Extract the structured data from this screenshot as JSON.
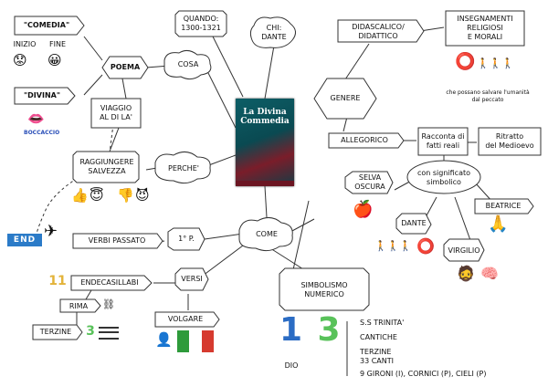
{
  "center": {
    "book_title": "La Divina\nCommedia"
  },
  "nodes": {
    "comedia": "\"COMEDIA\"",
    "inizio": "INIZIO",
    "fine": "FINE",
    "poema": "POEMA",
    "divina": "\"DIVINA\"",
    "boccaccio": "BOCCACCIO",
    "viaggio": "VIAGGIO\nAL DI LA'",
    "raggiungere": "RAGGIUNGERE\nSALVEZZA",
    "cosa": "COSA",
    "quando": "QUANDO:\n1300-1321",
    "chi": "CHI:\nDANTE",
    "perche": "PERCHE'",
    "come": "COME",
    "p1": "1° P.",
    "verbi_passato": "VERBI PASSATO",
    "end": "END",
    "versi": "VERSI",
    "endecasillabi": "ENDECASILLABI",
    "num11": "11",
    "rima": "RIMA",
    "terzine": "TERZINE",
    "volgare": "VOLGARE",
    "genere": "GENERE",
    "didascalico": "DIDASCALICO/\nDIDATTICO",
    "insegnamenti": "INSEGNAMENTI\nRELIGIOSI\nE MORALI",
    "salvare": "che possano salvare l'umanità\ndal peccato",
    "allegorico": "ALLEGORICO",
    "racconta": "Racconta di\nfatti reali",
    "ritratto": "Ritratto\ndel Medioevo",
    "significato": "con significato\nsimbolico",
    "selva": "SELVA\nOSCURA",
    "beatrice": "BEATRICE",
    "dante": "DANTE",
    "virgilio": "VIRGILIO",
    "simbolismo": "SIMBOLISMO\nNUMERICO",
    "num1": "1",
    "num3": "3",
    "dio": "DIO"
  },
  "simbolismo_list": [
    "S.S TRINITA'",
    "CANTICHE",
    "TERZINE",
    "33 CANTI",
    "9 GIRONI (I), CORNICI (P), CIELI (P)"
  ],
  "icons": {
    "inizio_face": "sad-face-icon",
    "fine_face": "happy-face-icon",
    "divina_mouth": "lips-icon",
    "airplane": "airplane-icon",
    "thumbs": "thumbs-up-icon",
    "angel": "angel-face-icon",
    "devil": "devil-face-icon",
    "lifebuoy": "lifebuoy-icon",
    "people": "people-icon",
    "brain": "brain-icon",
    "apple": "apple-hand-icon",
    "italy_flag": "italy-flag-icon"
  },
  "colors": {
    "outline": "#333333",
    "number_blue": "#2b6cc4",
    "number_green": "#59c25a",
    "flag_green": "#2e9b3b",
    "flag_red": "#d63a2f",
    "book_teal": "#0d5e66"
  }
}
